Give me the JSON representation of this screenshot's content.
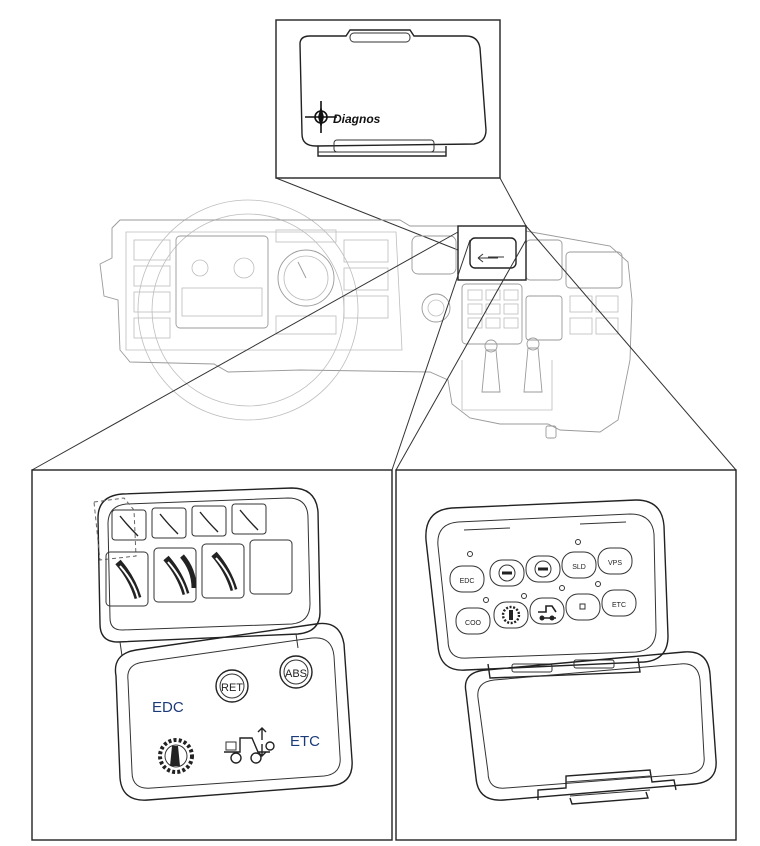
{
  "top_inset": {
    "logo_text": "Diagnos"
  },
  "left_panel": {
    "labels": {
      "edc": "EDC",
      "ret": "RET",
      "abs": "ABS",
      "etc": "ETC"
    }
  },
  "right_panel": {
    "labels": {
      "edc": "EDC",
      "sld": "SLD",
      "vps": "VPS",
      "etc": "ETC",
      "coo": "COO"
    }
  }
}
